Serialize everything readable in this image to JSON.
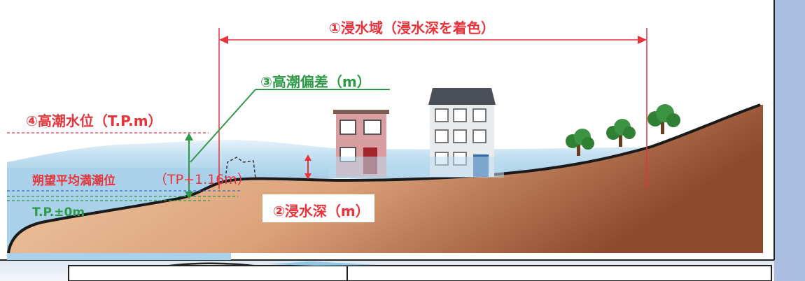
{
  "labels": {
    "inundation_area": "①浸水域（浸水深を着色）",
    "storm_surge": "③高潮偏差（m）",
    "tide_level": "④高潮水位（T.P.m）",
    "high_water": "朔望平均満潮位",
    "high_water_value": "（TP+1.16m）",
    "datum": "T.P.±0m",
    "depth": "②浸水深（m）"
  },
  "colors": {
    "red": "#e8343a",
    "green": "#2e9a47",
    "water": "#bcdcee",
    "ground_dark": "#8e4a2c",
    "ground_light": "#f0c8a4",
    "panel_blue": "#aabfdf"
  }
}
